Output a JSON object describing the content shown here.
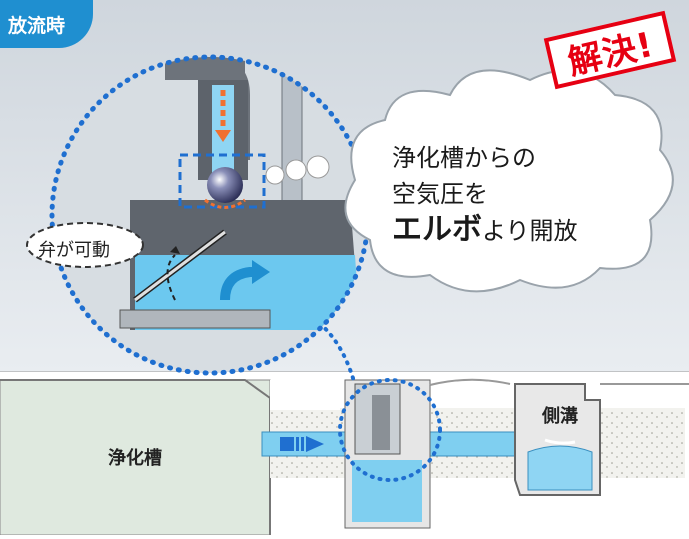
{
  "badge": {
    "label": "放流時"
  },
  "stamp": {
    "label": "解決!"
  },
  "callout": {
    "line1": "浄化槽からの",
    "line2": "空気圧を",
    "emphasis": "エルボ",
    "line3_rest": "より開放"
  },
  "labels": {
    "valve": "弁が可動",
    "tank": "浄化槽",
    "ditch": "側溝"
  },
  "colors": {
    "badge_blue": "#1f8fd0",
    "water_blue": "#6cc8ef",
    "pipe_gray": "#6d737b",
    "stamp_red": "#e60012",
    "air_arrow": "#f07030",
    "dotted_blue": "#1f6fd0"
  }
}
